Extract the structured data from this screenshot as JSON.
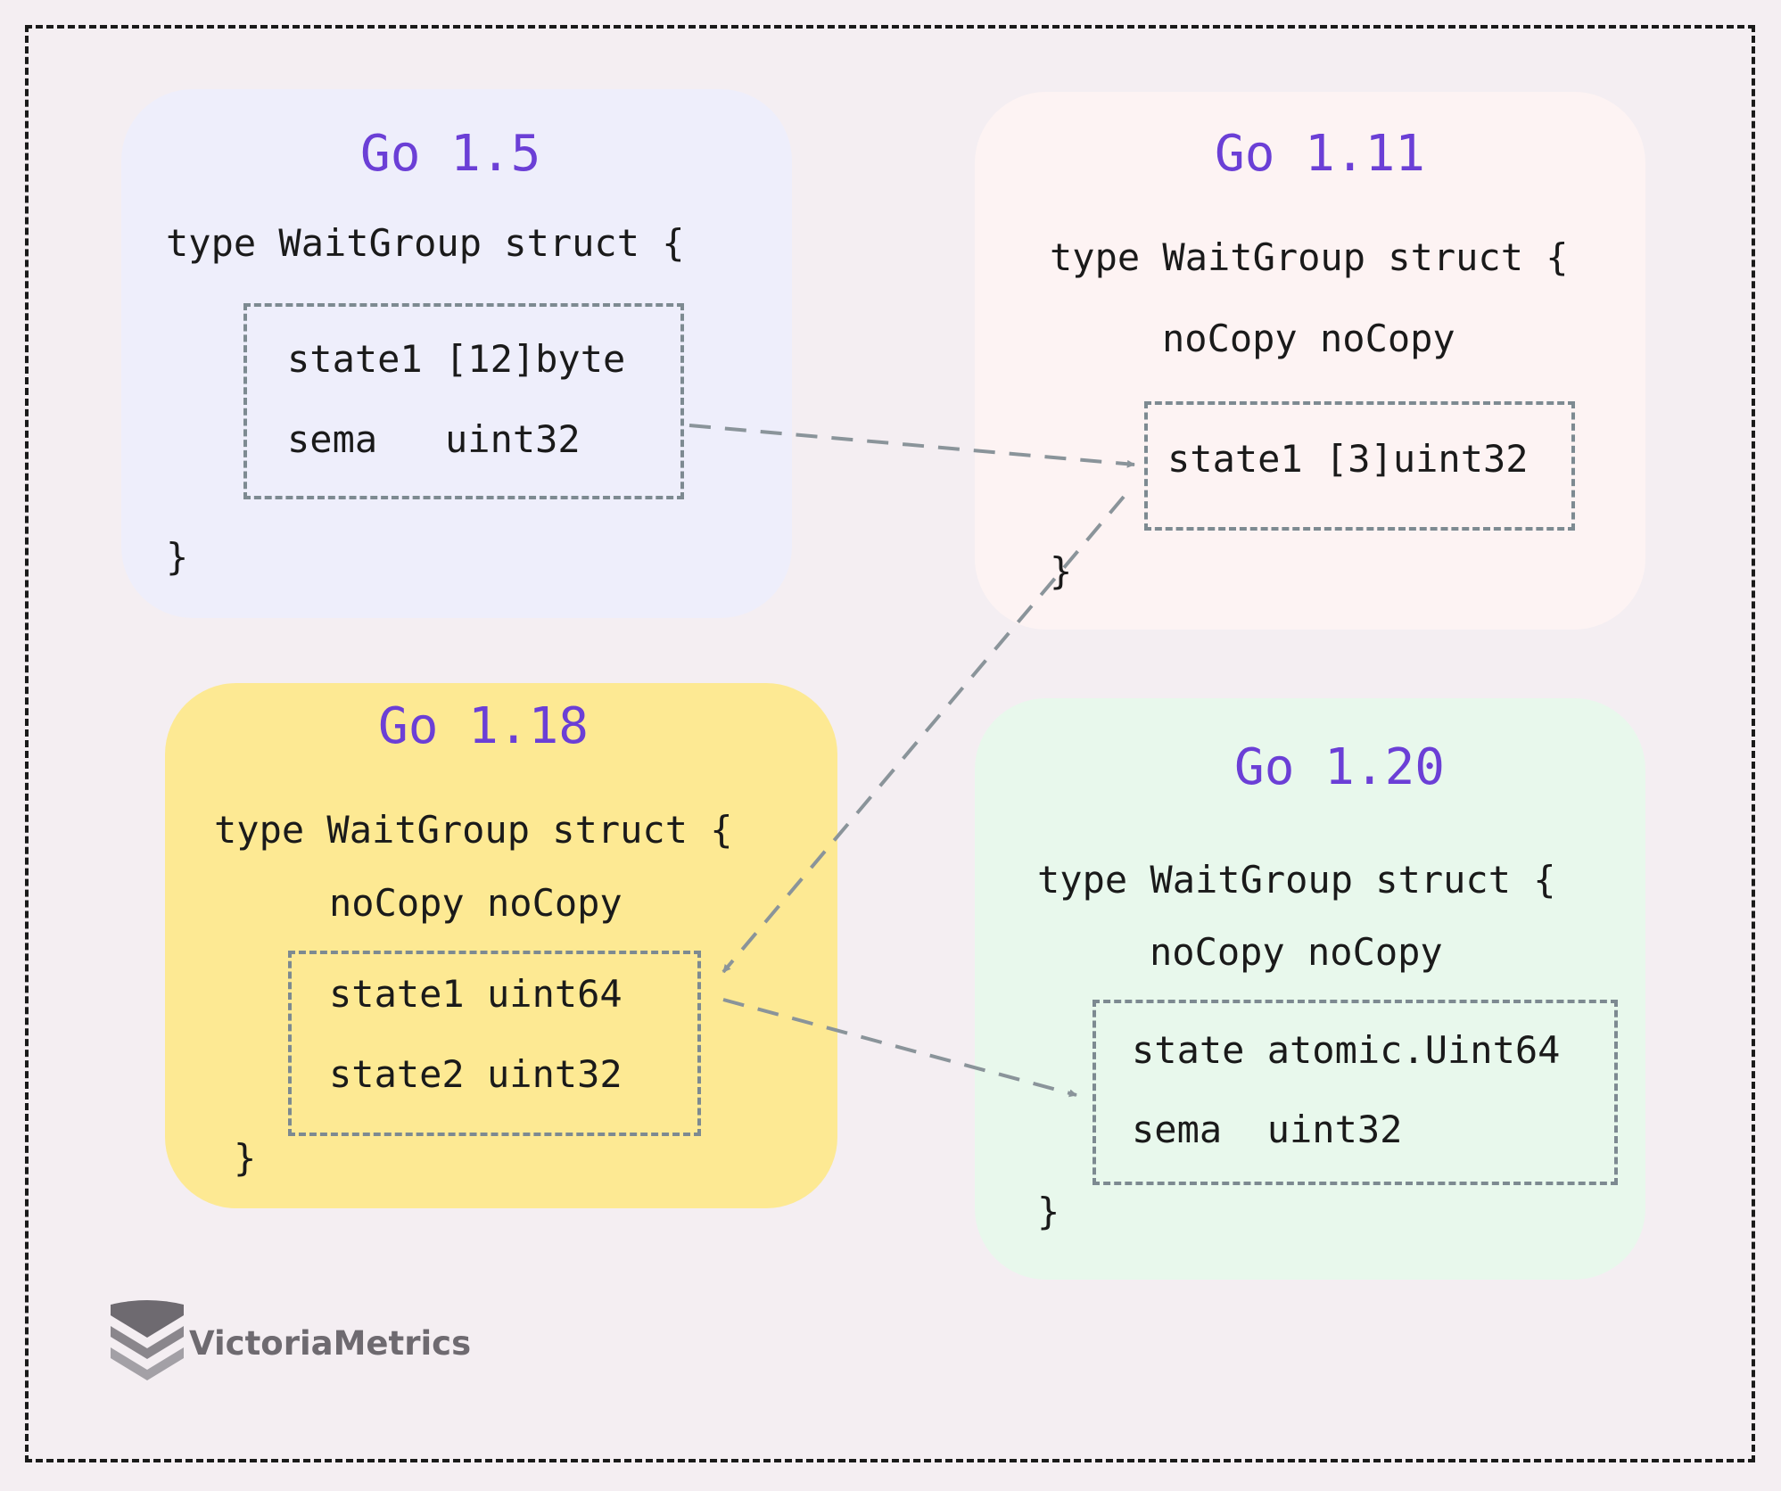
{
  "logo": {
    "brand": "VictoriaMetrics",
    "icon": "victoriametrics-logo-icon"
  },
  "panels": [
    {
      "title": "Go 1.5",
      "decl": "type WaitGroup struct {",
      "fields": [
        "state1 [12]byte",
        "sema   uint32"
      ],
      "close": "}"
    },
    {
      "title": "Go 1.11",
      "decl": "type WaitGroup struct {",
      "nocopy": "noCopy noCopy",
      "fields": [
        "state1 [3]uint32"
      ],
      "close": "}"
    },
    {
      "title": "Go 1.18",
      "decl": "type WaitGroup struct {",
      "nocopy": "noCopy noCopy",
      "fields": [
        "state1 uint64",
        "state2 uint32"
      ],
      "close": "}"
    },
    {
      "title": "Go 1.20",
      "decl": "type WaitGroup struct {",
      "nocopy": "noCopy noCopy",
      "fields": [
        "state atomic.Uint64",
        "sema  uint32"
      ],
      "close": "}"
    }
  ],
  "colors": {
    "background": "#f4eef2",
    "title": "#6b3fd6",
    "go15_panel": "#eeeefb",
    "go111_panel": "#fdf3f3",
    "go118_panel": "#fde993",
    "go120_panel": "#e8f8ec",
    "arrow": "#8a949a"
  }
}
